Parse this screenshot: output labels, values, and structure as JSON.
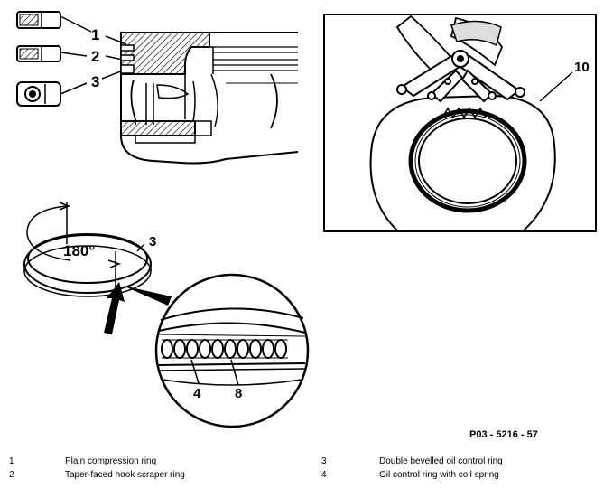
{
  "callouts": {
    "ring_1": "1",
    "ring_2": "2",
    "ring_3": "3",
    "ring_3_closeup": "3",
    "angle": "180°",
    "detail_4": "4",
    "detail_8": "8",
    "tool_10": "10"
  },
  "figure_code": "P03 - 5216 - 57",
  "legend": [
    {
      "number": "1",
      "text": "Plain compression ring"
    },
    {
      "number": "2",
      "text": "Taper-faced hook scraper ring"
    },
    {
      "number": "3",
      "text": "Double bevelled oil control ring"
    },
    {
      "number": "4",
      "text": "Oil control ring with coil spring"
    }
  ]
}
